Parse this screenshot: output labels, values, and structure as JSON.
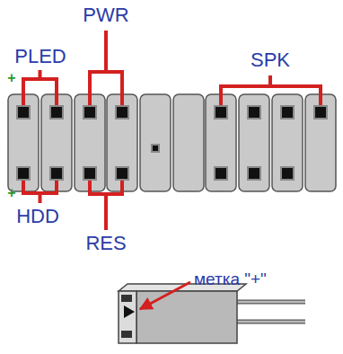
{
  "diagram": {
    "labels": [
      "PWR",
      "PLED",
      "SPK",
      "+",
      "+",
      "HDD",
      "RES",
      "метка \"+\""
    ]
  }
}
